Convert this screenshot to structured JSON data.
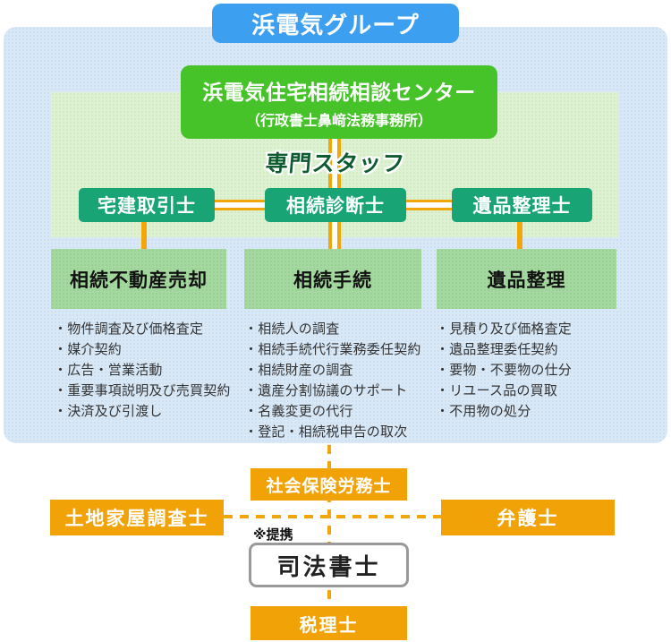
{
  "group_title": "浜電気グループ",
  "center": {
    "name": "浜電気住宅相続相談センター",
    "subname": "（行政書士鼻﨑法務事務所）"
  },
  "staff_label": "専門スタッフ",
  "staff": [
    {
      "label": "宅建取引士"
    },
    {
      "label": "相続診断士"
    },
    {
      "label": "遺品整理士"
    }
  ],
  "services": [
    {
      "title": "相続不動産売却",
      "items": [
        "・物件調査及び価格査定",
        "・媒介契約",
        "・広告・営業活動",
        "・重要事項説明及び売買契約",
        "・決済及び引渡し"
      ]
    },
    {
      "title": "相続手続",
      "items": [
        "・相続人の調査",
        "・相続手続代行業務委任契約",
        "・相続財産の調査",
        "・遺産分割協議のサポート",
        "・名義変更の代行",
        "・登記・相続税申告の取次"
      ]
    },
    {
      "title": "遺品整理",
      "items": [
        "・見積り及び価格査定",
        "・遺品整理委任契約",
        "・要物・不要物の仕分",
        "・リユース品の買取",
        "・不用物の処分"
      ]
    }
  ],
  "partners": {
    "note": "※提携",
    "top": "社会保険労務士",
    "left": "土地家屋調査士",
    "right": "弁護士",
    "middle": "司法書士",
    "bottom": "税理士"
  },
  "colors": {
    "title_blue": "#3c9ff0",
    "container_blue": "#d9e8f7",
    "header_green": "#47c32a",
    "panel_green": "#def2d3",
    "staff_teal": "#18a475",
    "service_green": "#a5d8a0",
    "partner_orange": "#f1a207",
    "connector_orange": "#f3a60a",
    "staff_label_green": "#0d5b2e"
  }
}
